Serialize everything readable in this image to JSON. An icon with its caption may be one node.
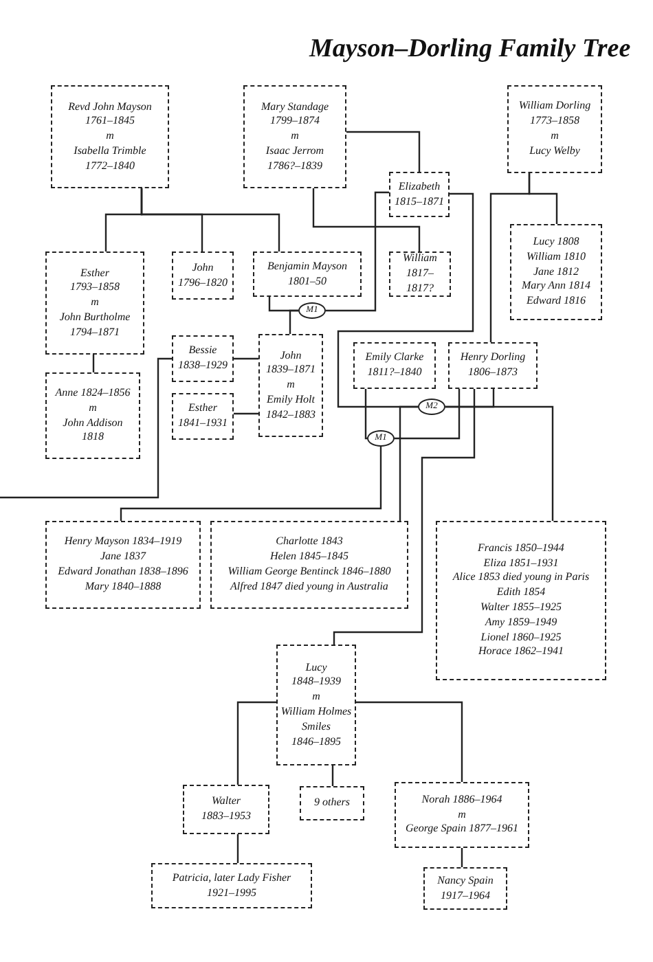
{
  "diagram": {
    "title": "Mayson–Dorling Family Tree",
    "nodes": [
      {
        "text": [
          "Revd John Mayson",
          "1761–1845",
          "m",
          "Isabella Trimble",
          "1772–1840"
        ]
      },
      {
        "text": [
          "Mary Standage",
          "1799–1874",
          "m",
          "Isaac Jerrom",
          "1786?–1839"
        ]
      },
      {
        "text": [
          "William Dorling",
          "1773–1858",
          "m",
          "Lucy Welby"
        ]
      },
      {
        "text": [
          "Elizabeth",
          "1815–1871"
        ]
      },
      {
        "text": [
          "Esther",
          "1793–1858",
          "m",
          "John Burtholme",
          "1794–1871"
        ]
      },
      {
        "text": [
          "John",
          "1796–1820"
        ]
      },
      {
        "text": [
          "Benjamin Mayson",
          "1801–50"
        ]
      },
      {
        "text": [
          "William",
          "1817–1817?"
        ]
      },
      {
        "text": [
          "Lucy 1808",
          "William 1810",
          "Jane 1812",
          "Mary Ann 1814",
          "Edward 1816"
        ]
      },
      {
        "text": [
          "Anne 1824–1856",
          "m",
          "John Addison",
          "1818"
        ]
      },
      {
        "text": [
          "Bessie",
          "1838–1929"
        ]
      },
      {
        "text": [
          "John",
          "1839–1871",
          "m",
          "Emily Holt",
          "1842–1883"
        ]
      },
      {
        "text": [
          "Esther",
          "1841–1931"
        ]
      },
      {
        "text": [
          "Emily Clarke",
          "1811?–1840"
        ]
      },
      {
        "text": [
          "Henry Dorling",
          "1806–1873"
        ]
      },
      {
        "text": [
          "M1"
        ]
      },
      {
        "text": [
          "M2"
        ]
      },
      {
        "text": [
          "M1"
        ]
      },
      {
        "text": [
          "Henry Mayson 1834–1919",
          "Jane 1837",
          "Edward Jonathan 1838–1896",
          "Mary 1840–1888"
        ]
      },
      {
        "text": [
          "Charlotte 1843",
          "Helen 1845–1845",
          "William George Bentinck 1846–1880",
          "Alfred 1847 died young in Australia"
        ]
      },
      {
        "text": [
          "Francis 1850–1944",
          "Eliza 1851–1931",
          "Alice 1853 died young in Paris",
          "Edith 1854",
          "Walter 1855–1925",
          "Amy 1859–1949",
          "Lionel 1860–1925",
          "Horace 1862–1941"
        ]
      },
      {
        "text": [
          "Lucy",
          "1848–1939",
          "m",
          "William Holmes Smiles",
          "1846–1895"
        ]
      },
      {
        "text": [
          "Walter",
          "1883–1953"
        ]
      },
      {
        "text": [
          "9 others"
        ]
      },
      {
        "text": [
          "Norah 1886–1964",
          "m",
          "George Spain 1877–1961"
        ]
      },
      {
        "text": [
          "Patricia, later Lady Fisher",
          "1921–1995"
        ]
      },
      {
        "text": [
          "Nancy Spain",
          "1917–1964"
        ]
      }
    ],
    "edges": [
      {
        "from": 0,
        "to": 4,
        "arrow": "none"
      },
      {
        "from": 0,
        "to": 5,
        "arrow": "none"
      },
      {
        "from": 0,
        "to": 6,
        "arrow": "none"
      },
      {
        "from": 1,
        "to": 3,
        "arrow": "none"
      },
      {
        "from": 1,
        "to": 7,
        "arrow": "none"
      },
      {
        "from": 3,
        "to": 15,
        "arrow": "none"
      },
      {
        "from": 6,
        "to": 15,
        "arrow": "none"
      },
      {
        "from": 15,
        "to": 11,
        "arrow": "none"
      },
      {
        "from": 11,
        "to": 10,
        "arrow": "none"
      },
      {
        "from": 11,
        "to": 12,
        "arrow": "none"
      },
      {
        "from": 10,
        "to": null,
        "arrow": "none"
      },
      {
        "from": 3,
        "to": 16,
        "arrow": "none"
      },
      {
        "from": 14,
        "to": 16,
        "arrow": "none"
      },
      {
        "from": 16,
        "to": 19,
        "arrow": "none"
      },
      {
        "from": 16,
        "to": 20,
        "arrow": "none"
      },
      {
        "from": 13,
        "to": 17,
        "arrow": "none"
      },
      {
        "from": 14,
        "to": 17,
        "arrow": "none"
      },
      {
        "from": 17,
        "to": 18,
        "arrow": "none"
      },
      {
        "from": 14,
        "to": 21,
        "arrow": "none"
      },
      {
        "from": 2,
        "to": 8,
        "arrow": "none"
      },
      {
        "from": 2,
        "to": 14,
        "arrow": "none"
      },
      {
        "from": 4,
        "to": 9,
        "arrow": "none"
      },
      {
        "from": 21,
        "to": 22,
        "arrow": "none"
      },
      {
        "from": 21,
        "to": 23,
        "arrow": "none"
      },
      {
        "from": 21,
        "to": 24,
        "arrow": "none"
      },
      {
        "from": 22,
        "to": 25,
        "arrow": "none"
      },
      {
        "from": 24,
        "to": 26,
        "arrow": "none"
      }
    ]
  }
}
